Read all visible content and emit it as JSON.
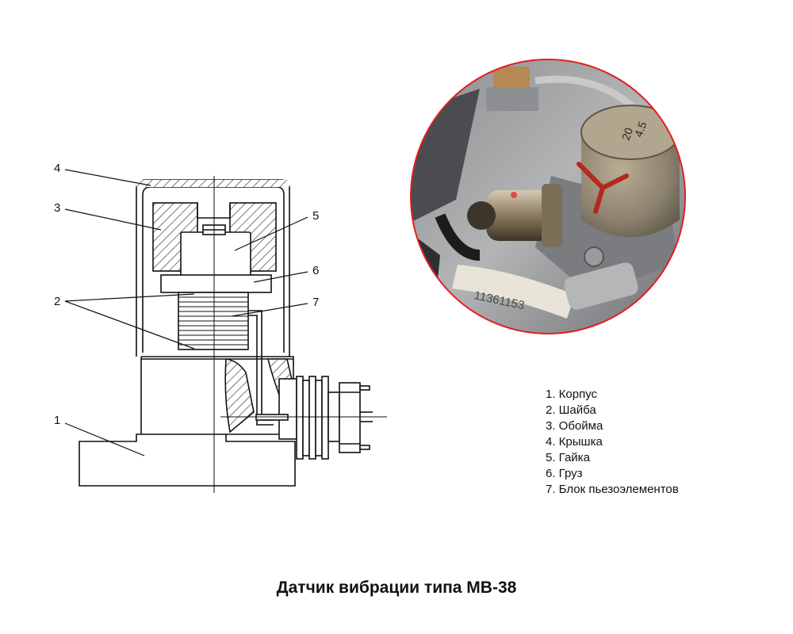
{
  "callouts": [
    "1",
    "2",
    "3",
    "4",
    "5",
    "6",
    "7"
  ],
  "legend": [
    {
      "text": "1. Корпус"
    },
    {
      "text": "2. Шайба"
    },
    {
      "text": "3. Обойма"
    },
    {
      "text": "4. Крышка"
    },
    {
      "text": "5. Гайка"
    },
    {
      "text": "6. Груз"
    },
    {
      "text": "7. Блок пьезоэлементов"
    }
  ],
  "photo": {
    "border_color": "#e02020",
    "marking": [
      "4.5",
      "20"
    ],
    "serial": "11361153"
  },
  "caption": "Датчик вибрации типа МВ-38"
}
